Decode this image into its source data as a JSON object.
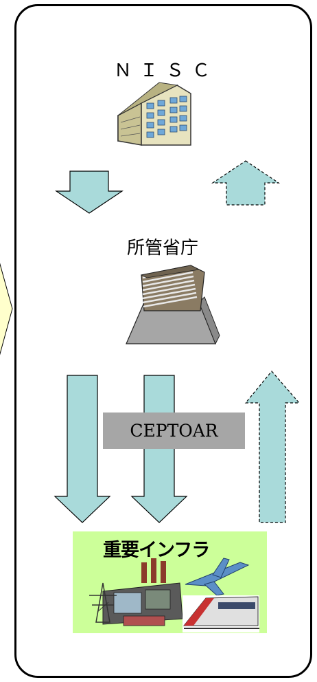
{
  "diagram": {
    "top_org": {
      "label": "ＮＩＳＣ",
      "icon": "office-building-icon"
    },
    "middle_org": {
      "label": "所管省庁",
      "icon": "ministry-tower-icon"
    },
    "channel": {
      "label": "CEPTOAR"
    },
    "bottom_org": {
      "label": "重要インフラ",
      "icon": "infrastructure-collage-icon"
    },
    "colors": {
      "arrow_fill": "#a9dada",
      "ceptoar_fill": "#a6a6a6",
      "infra_fill": "#ccff99",
      "pentagon_fill": "#ffffcc"
    }
  }
}
